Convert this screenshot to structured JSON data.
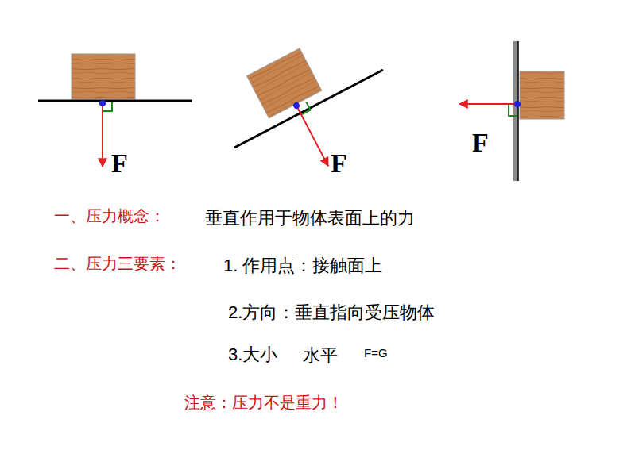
{
  "diagram": {
    "labels": [
      "F",
      "F",
      "F",
      "一、压力概念：",
      "垂直作用于物体表面上的力",
      "二、压力三要素：",
      "1. 作用点：接触面上",
      "2.方向：垂直指向受压物体",
      "3.大小",
      "水平",
      "F=G",
      "注意：压力不是重力！"
    ]
  }
}
